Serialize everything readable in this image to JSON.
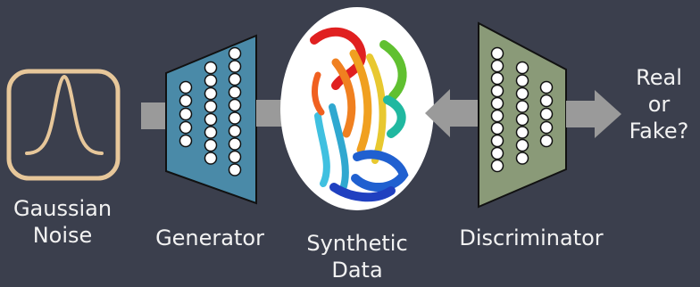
{
  "labels": {
    "noise_line1": "Gaussian",
    "noise_line2": "Noise",
    "generator": "Generator",
    "synthetic_line1": "Synthetic",
    "synthetic_line2": "Data",
    "discriminator": "Discriminator",
    "output_line1": "Real",
    "output_line2": "or",
    "output_line3": "Fake?"
  },
  "colors": {
    "background": "#3b3f4d",
    "noise_box": "#e7c79a",
    "generator_fill": "#4a8aa8",
    "discriminator_fill": "#8a9a78",
    "arrow": "#9a9a9a",
    "node_fill": "#ffffff"
  },
  "icons": {
    "noise": "gaussian-curve-icon",
    "synthetic": "protein-structure-image"
  }
}
